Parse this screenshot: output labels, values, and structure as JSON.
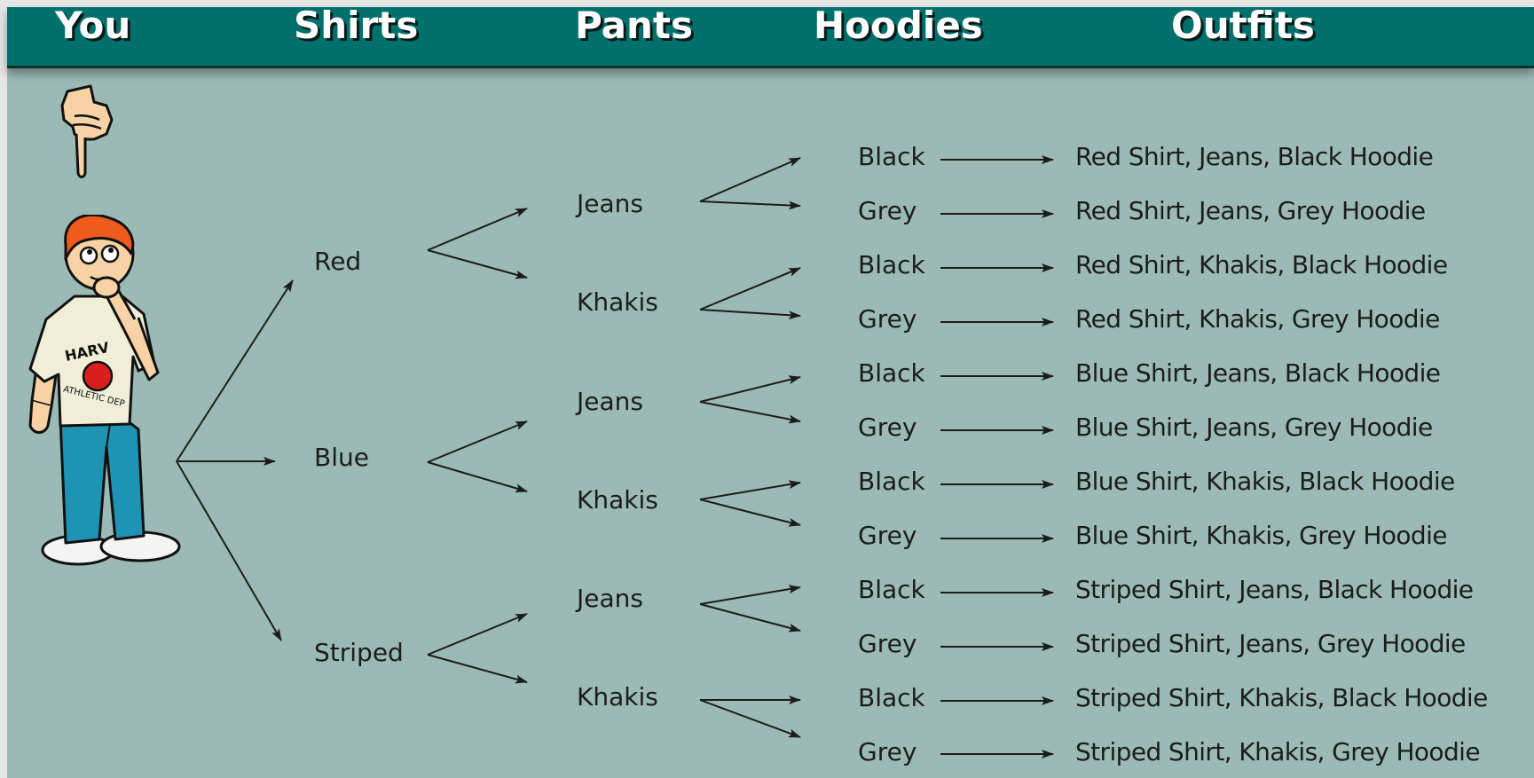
{
  "headers": {
    "you": "You",
    "shirts": "Shirts",
    "pants": "Pants",
    "hoodies": "Hoodies",
    "outfits": "Outfits"
  },
  "shirts": [
    "Red",
    "Blue",
    "Striped"
  ],
  "pants": [
    "Jeans",
    "Khakis",
    "Jeans",
    "Khakis",
    "Jeans",
    "Khakis"
  ],
  "hoodies": [
    "Black",
    "Grey",
    "Black",
    "Grey",
    "Black",
    "Grey",
    "Black",
    "Grey",
    "Black",
    "Grey",
    "Black",
    "Grey"
  ],
  "outfits": [
    "Red Shirt, Jeans, Black Hoodie",
    "Red Shirt, Jeans, Grey Hoodie",
    "Red Shirt, Khakis, Black Hoodie",
    "Red Shirt, Khakis, Grey Hoodie",
    "Blue Shirt, Jeans, Black Hoodie",
    "Blue Shirt, Jeans, Grey Hoodie",
    "Blue Shirt, Khakis, Black Hoodie",
    "Blue Shirt, Khakis, Grey Hoodie",
    "Striped Shirt, Jeans, Black Hoodie",
    "Striped Shirt, Jeans, Grey Hoodie",
    "Striped Shirt, Khakis, Black Hoodie",
    "Striped Shirt, Khakis, Grey Hoodie"
  ],
  "figure": {
    "shirt_text": "HARV",
    "shirt_text_2": "ATHLETIC DEP"
  },
  "colors": {
    "header_bg": "#00706d",
    "panel_bg": "#9bbab6",
    "text": "#1c1c1c",
    "arrow": "#1c1c1c"
  },
  "icons": {
    "pointer": "pointing-hand-icon",
    "person": "thinking-boy-illustration"
  }
}
